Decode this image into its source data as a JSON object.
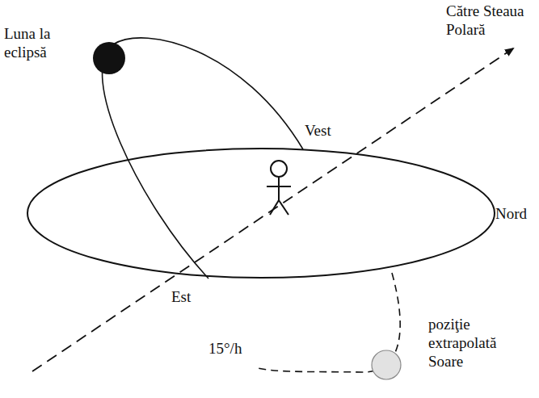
{
  "diagram": {
    "labels": [
      "Luna la eclipsă",
      "Către Steaua Polară",
      "Vest",
      "Nord",
      "Est",
      "15°/h",
      "poziţie extrapolată Soare"
    ]
  }
}
